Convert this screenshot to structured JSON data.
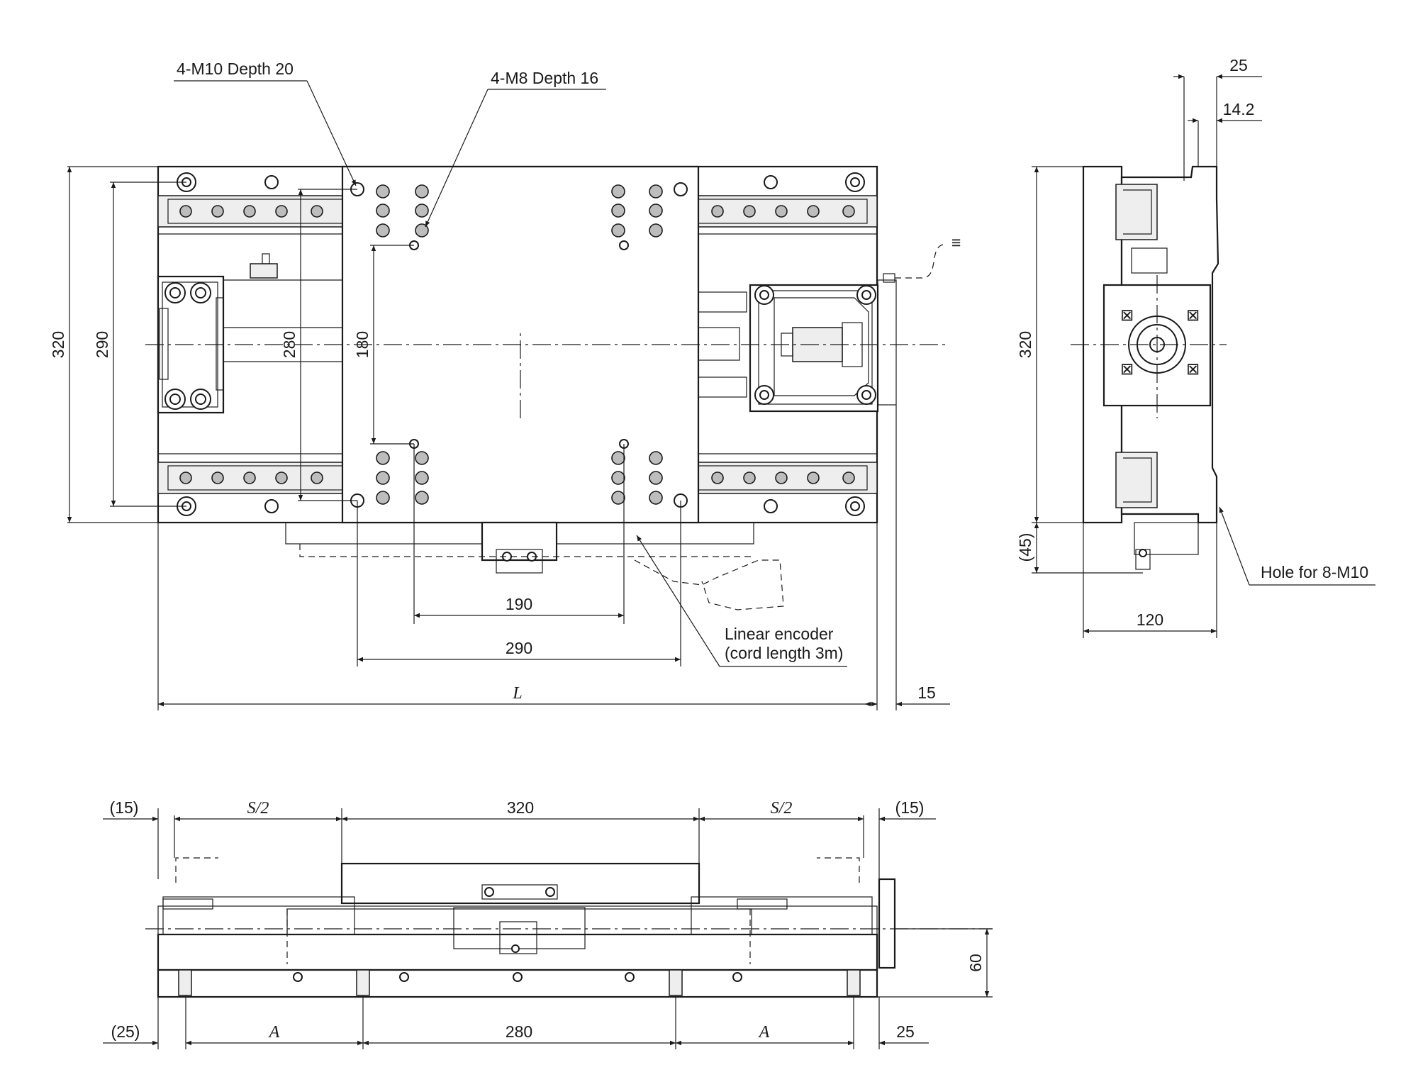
{
  "callouts": {
    "m10_holes": "4-M10 Depth 20",
    "m8_holes": "4-M8 Depth 16",
    "encoder_line1": "Linear encoder",
    "encoder_line2": "(cord length 3m)",
    "side_hole": "Hole for 8-M10"
  },
  "top_view_dims": {
    "height_outer": "320",
    "height_rail": "290",
    "height_280": "280",
    "height_180": "180",
    "w_190": "190",
    "w_290": "290",
    "length": "L",
    "offset_15": "15"
  },
  "side_view_dims": {
    "w_25": "25",
    "w_14_2": "14.2",
    "h_320": "320",
    "h_45": "(45)",
    "w_120": "120"
  },
  "front_view_dims": {
    "left_15": "(15)",
    "s_half_left": "S/2",
    "table_320": "320",
    "s_half_right": "S/2",
    "right_15": "(15)",
    "left_25": "(25)",
    "a_left": "A",
    "pitch_280": "280",
    "a_right": "A",
    "right_25": "25",
    "h_60": "60"
  }
}
